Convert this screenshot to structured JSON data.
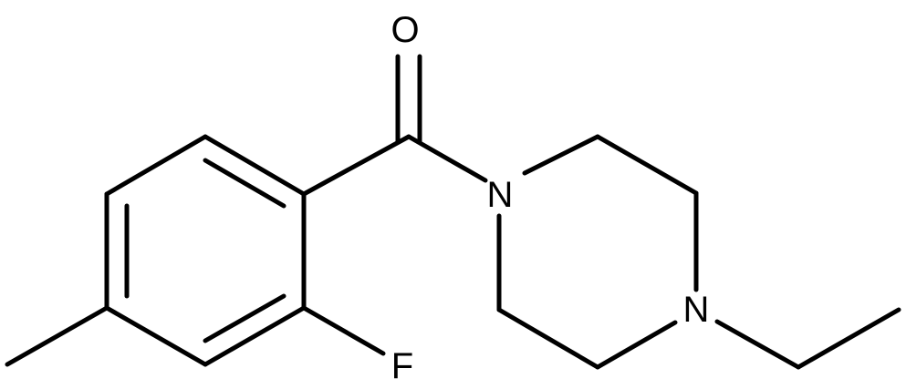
{
  "diagram": {
    "type": "chemical-structure",
    "atoms": {
      "oxygen": "O",
      "fluorine": "F",
      "nitrogen_amide": "N",
      "nitrogen_ethyl": "N"
    },
    "colors": {
      "bond": "#000000",
      "label": "#000000",
      "background": "#ffffff"
    }
  }
}
